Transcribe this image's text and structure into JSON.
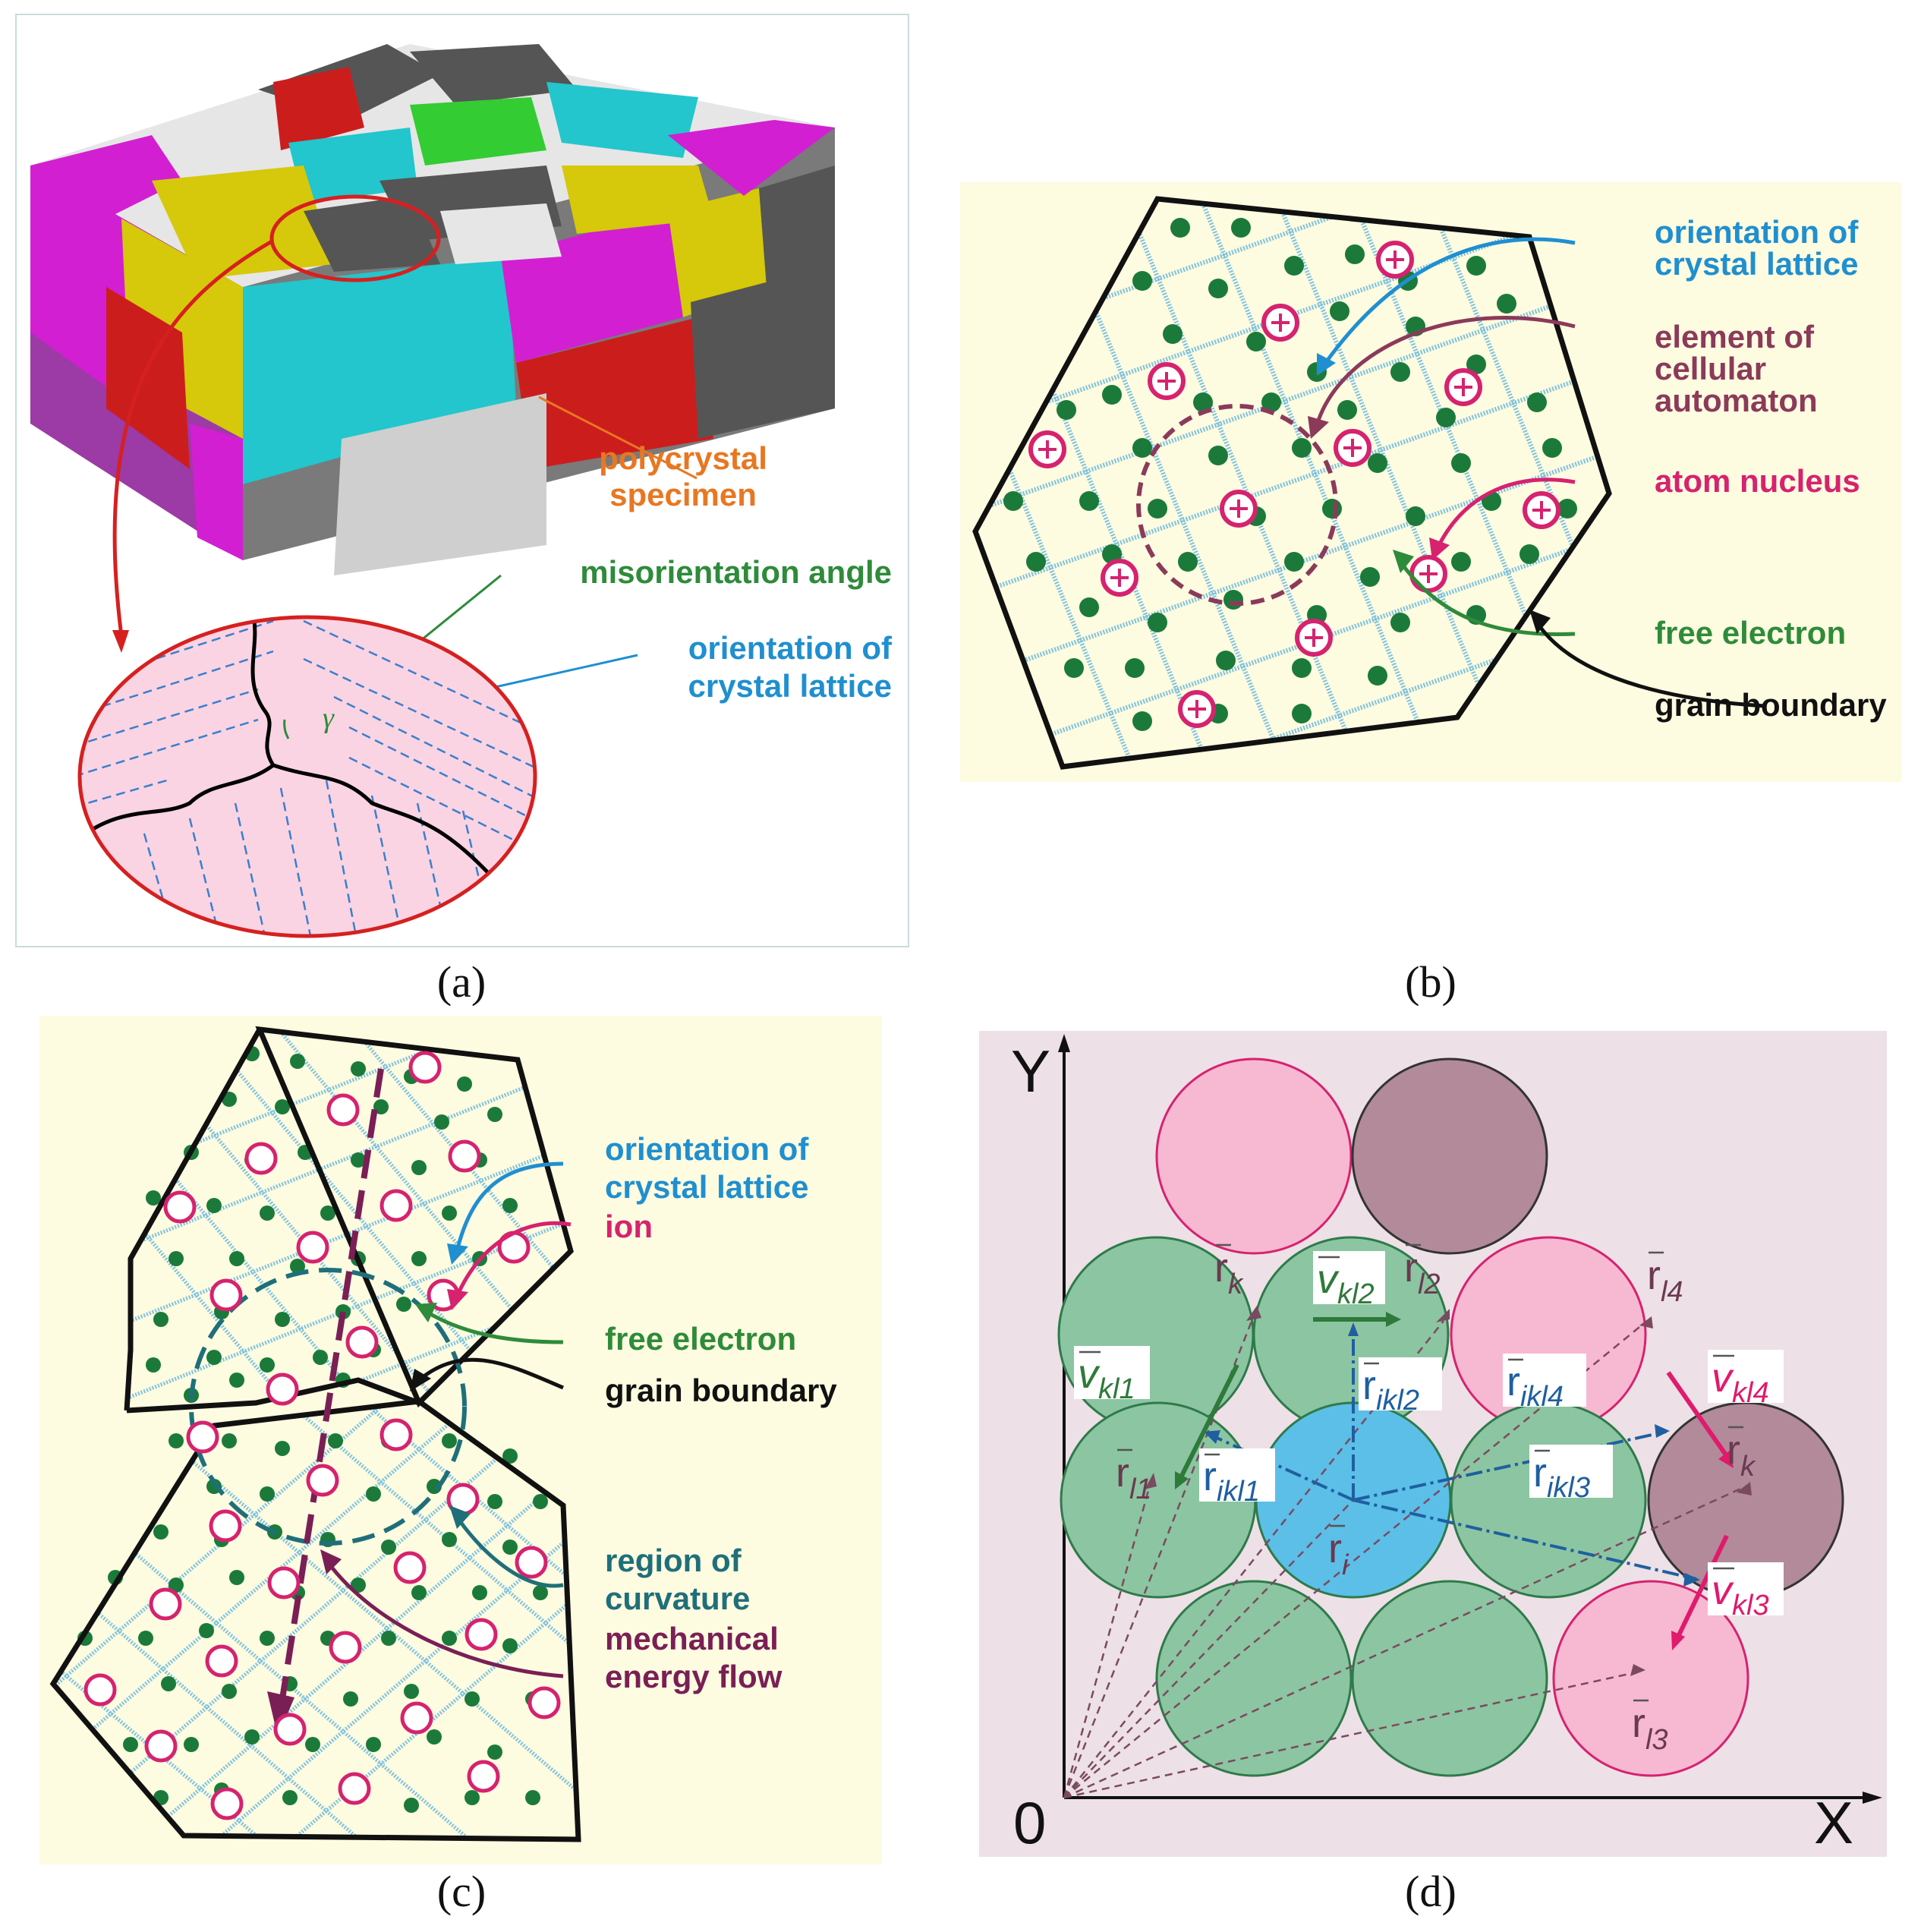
{
  "panels": {
    "a": {
      "caption": "(a)",
      "labels": {
        "specimen_1": "polycrystal",
        "specimen_2": "specimen",
        "misorientation": "misorientation angle",
        "orientation_1": "orientation of",
        "orientation_2": "crystal lattice",
        "gamma": "γ"
      }
    },
    "b": {
      "caption": "(b)",
      "labels": {
        "orientation_1": "orientation of",
        "orientation_2": "crystal lattice",
        "element_1": "element of",
        "element_2": "cellular",
        "element_3": "automaton",
        "nucleus": "atom nucleus",
        "electron": "free electron",
        "boundary": "grain boundary"
      }
    },
    "c": {
      "caption": "(c)",
      "labels": {
        "orientation_1": "orientation of",
        "orientation_2": "crystal lattice",
        "ion": "ion",
        "electron": "free electron",
        "boundary": "grain boundary",
        "curvature_1": "region of",
        "curvature_2": "curvature",
        "energy_1": "mechanical",
        "energy_2": "energy flow"
      }
    },
    "d": {
      "caption": "(d)",
      "axes": {
        "y": "Y",
        "x": "X",
        "origin": "0"
      },
      "vectors": {
        "rk_main": "r",
        "rk_main_sub": "k",
        "vkl2": "v",
        "vkl2_sub": "kl2",
        "rl2": "r",
        "rl2_sub": "l2",
        "rl4": "r",
        "rl4_sub": "l4",
        "vkl1": "v",
        "vkl1_sub": "kl1",
        "rikl2": "r",
        "rikl2_sub": "ikl2",
        "rikl4": "r",
        "rikl4_sub": "ikl4",
        "vkl4": "v",
        "vkl4_sub": "kl4",
        "rl1": "r",
        "rl1_sub": "l1",
        "rikl1": "r",
        "rikl1_sub": "ikl1",
        "rikl3": "r",
        "rikl3_sub": "ikl3",
        "rk_right": "r",
        "rk_right_sub": "k",
        "ri": "r",
        "ri_sub": "i",
        "vkl3": "v",
        "vkl3_sub": "kl3",
        "rl3": "r",
        "rl3_sub": "l3"
      }
    }
  },
  "colors": {
    "orange": "#e87722",
    "green_label": "#2e8b3a",
    "blue_label": "#1f8fd0",
    "magenta": "#d6226f",
    "plum": "#8b3a5a",
    "teal": "#1f6f7a",
    "cream": "#fdfbe0",
    "d_bg": "#ede0e6"
  }
}
